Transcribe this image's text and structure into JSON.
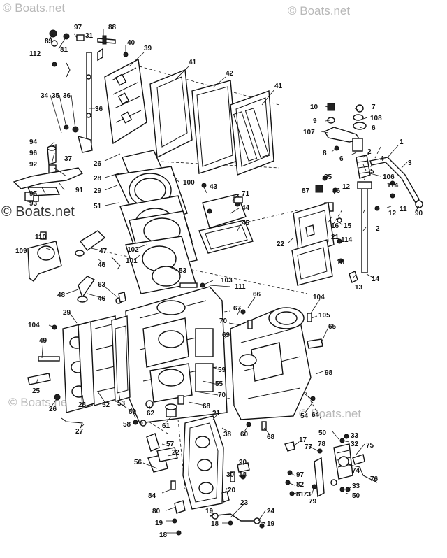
{
  "watermarks": {
    "top_left": "© Boats.net",
    "top_right": "© Boats.net",
    "mid_left": "© Boats.net",
    "bottom_left": "© Boats.net",
    "bottom_right": "© Boats.net"
  },
  "callouts": [
    {
      "id": "c83",
      "text": "83"
    },
    {
      "id": "c112",
      "text": "112"
    },
    {
      "id": "c97",
      "text": "97"
    },
    {
      "id": "c81",
      "text": "81"
    },
    {
      "id": "c88",
      "text": "88"
    },
    {
      "id": "c31",
      "text": "31"
    },
    {
      "id": "c40",
      "text": "40"
    },
    {
      "id": "c39",
      "text": "39"
    },
    {
      "id": "c41a",
      "text": "41"
    },
    {
      "id": "c42",
      "text": "42"
    },
    {
      "id": "c41b",
      "text": "41"
    },
    {
      "id": "c34",
      "text": "34"
    },
    {
      "id": "c35",
      "text": "35"
    },
    {
      "id": "c36a",
      "text": "36"
    },
    {
      "id": "c36b",
      "text": "36"
    },
    {
      "id": "c94",
      "text": "94"
    },
    {
      "id": "c96",
      "text": "96"
    },
    {
      "id": "c37",
      "text": "37"
    },
    {
      "id": "c92",
      "text": "92"
    },
    {
      "id": "c95",
      "text": "95"
    },
    {
      "id": "c91",
      "text": "91"
    },
    {
      "id": "c93",
      "text": "93"
    },
    {
      "id": "c26a",
      "text": "26"
    },
    {
      "id": "c28a",
      "text": "28"
    },
    {
      "id": "c29a",
      "text": "29"
    },
    {
      "id": "c51",
      "text": "51"
    },
    {
      "id": "c100",
      "text": "100"
    },
    {
      "id": "c43",
      "text": "43"
    },
    {
      "id": "c71",
      "text": "71"
    },
    {
      "id": "c44",
      "text": "44"
    },
    {
      "id": "c45",
      "text": "45"
    },
    {
      "id": "c110",
      "text": "110"
    },
    {
      "id": "c109",
      "text": "109"
    },
    {
      "id": "c47",
      "text": "47"
    },
    {
      "id": "c46a",
      "text": "46"
    },
    {
      "id": "c102",
      "text": "102"
    },
    {
      "id": "c101",
      "text": "101"
    },
    {
      "id": "c53a",
      "text": "53"
    },
    {
      "id": "c103",
      "text": "103"
    },
    {
      "id": "c111",
      "text": "111"
    },
    {
      "id": "c63",
      "text": "63"
    },
    {
      "id": "c48",
      "text": "48"
    },
    {
      "id": "c46b",
      "text": "46"
    },
    {
      "id": "c29b",
      "text": "29"
    },
    {
      "id": "c104a",
      "text": "104"
    },
    {
      "id": "c49",
      "text": "49"
    },
    {
      "id": "c25",
      "text": "25"
    },
    {
      "id": "c26b",
      "text": "26"
    },
    {
      "id": "c28b",
      "text": "28"
    },
    {
      "id": "c52",
      "text": "52"
    },
    {
      "id": "c53b",
      "text": "53"
    },
    {
      "id": "c89",
      "text": "89"
    },
    {
      "id": "c62",
      "text": "62"
    },
    {
      "id": "c61",
      "text": "61"
    },
    {
      "id": "c27",
      "text": "27"
    },
    {
      "id": "c58",
      "text": "58"
    },
    {
      "id": "c66",
      "text": "66"
    },
    {
      "id": "c67",
      "text": "67"
    },
    {
      "id": "c70a",
      "text": "70"
    },
    {
      "id": "c69",
      "text": "69"
    },
    {
      "id": "c59",
      "text": "59"
    },
    {
      "id": "c55",
      "text": "55"
    },
    {
      "id": "c70b",
      "text": "70"
    },
    {
      "id": "c68a",
      "text": "68"
    },
    {
      "id": "c104b",
      "text": "104"
    },
    {
      "id": "c105",
      "text": "105"
    },
    {
      "id": "c65",
      "text": "65"
    },
    {
      "id": "c98",
      "text": "98"
    },
    {
      "id": "c64",
      "text": "64"
    },
    {
      "id": "c54",
      "text": "54"
    },
    {
      "id": "c21a",
      "text": "21"
    },
    {
      "id": "c38",
      "text": "38"
    },
    {
      "id": "c60",
      "text": "60"
    },
    {
      "id": "c68b",
      "text": "68"
    },
    {
      "id": "c57",
      "text": "57"
    },
    {
      "id": "c22a",
      "text": "22"
    },
    {
      "id": "c56",
      "text": "56"
    },
    {
      "id": "c20a",
      "text": "20"
    },
    {
      "id": "c18a",
      "text": "18"
    },
    {
      "id": "c30",
      "text": "30"
    },
    {
      "id": "c20b",
      "text": "20"
    },
    {
      "id": "c84",
      "text": "84"
    },
    {
      "id": "c80",
      "text": "80"
    },
    {
      "id": "c19a",
      "text": "19"
    },
    {
      "id": "c18b",
      "text": "18"
    },
    {
      "id": "c19b",
      "text": "19"
    },
    {
      "id": "c23",
      "text": "23"
    },
    {
      "id": "c24",
      "text": "24"
    },
    {
      "id": "c18c",
      "text": "18"
    },
    {
      "id": "c19c",
      "text": "19"
    },
    {
      "id": "c10",
      "text": "10"
    },
    {
      "id": "c9",
      "text": "9"
    },
    {
      "id": "c107",
      "text": "107"
    },
    {
      "id": "c7",
      "text": "7"
    },
    {
      "id": "c108",
      "text": "108"
    },
    {
      "id": "c6a",
      "text": "6"
    },
    {
      "id": "c8",
      "text": "8"
    },
    {
      "id": "c6b",
      "text": "6"
    },
    {
      "id": "c2a",
      "text": "2"
    },
    {
      "id": "c1",
      "text": "1"
    },
    {
      "id": "c4",
      "text": "4"
    },
    {
      "id": "c3",
      "text": "3"
    },
    {
      "id": "c5",
      "text": "5"
    },
    {
      "id": "c106",
      "text": "106"
    },
    {
      "id": "c85",
      "text": "85"
    },
    {
      "id": "c114a",
      "text": "114"
    },
    {
      "id": "c87",
      "text": "87"
    },
    {
      "id": "c86",
      "text": "86"
    },
    {
      "id": "c12a",
      "text": "12"
    },
    {
      "id": "c11",
      "text": "11"
    },
    {
      "id": "c12b",
      "text": "12"
    },
    {
      "id": "c90",
      "text": "90"
    },
    {
      "id": "c16",
      "text": "16"
    },
    {
      "id": "c15",
      "text": "15"
    },
    {
      "id": "c2b",
      "text": "2"
    },
    {
      "id": "c21b",
      "text": "21"
    },
    {
      "id": "c114b",
      "text": "114"
    },
    {
      "id": "c22b",
      "text": "22"
    },
    {
      "id": "c18d",
      "text": "18"
    },
    {
      "id": "c13",
      "text": "13"
    },
    {
      "id": "c14",
      "text": "14"
    },
    {
      "id": "c17",
      "text": "17"
    },
    {
      "id": "c77",
      "text": "77"
    },
    {
      "id": "c78",
      "text": "78"
    },
    {
      "id": "c50a",
      "text": "50"
    },
    {
      "id": "c33a",
      "text": "33"
    },
    {
      "id": "c32",
      "text": "32"
    },
    {
      "id": "c75",
      "text": "75"
    },
    {
      "id": "c74",
      "text": "74"
    },
    {
      "id": "c97b",
      "text": "97"
    },
    {
      "id": "c82",
      "text": "82"
    },
    {
      "id": "c81b",
      "text": "81"
    },
    {
      "id": "c73",
      "text": "73"
    },
    {
      "id": "c79",
      "text": "79"
    },
    {
      "id": "c33b",
      "text": "33"
    },
    {
      "id": "c76",
      "text": "76"
    },
    {
      "id": "c50b",
      "text": "50"
    }
  ]
}
